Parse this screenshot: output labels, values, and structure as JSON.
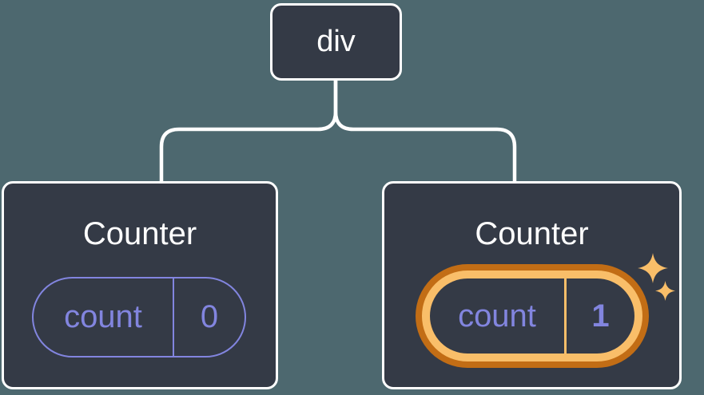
{
  "colors": {
    "bg": "#4D686F",
    "card": "#343A46",
    "line": "#FFFFFF",
    "text": "#FFFFFF",
    "purple": "#8285DF",
    "orange-dark": "#C26D15",
    "orange-light": "#F9BE69"
  },
  "icons": {
    "highlight_badge": "sparkles-icon"
  },
  "tree": {
    "root": {
      "label": "div"
    },
    "children": [
      {
        "title": "Counter",
        "highlighted": false,
        "state": {
          "key": "count",
          "value": "0"
        }
      },
      {
        "title": "Counter",
        "highlighted": true,
        "state": {
          "key": "count",
          "value": "1"
        }
      }
    ]
  }
}
